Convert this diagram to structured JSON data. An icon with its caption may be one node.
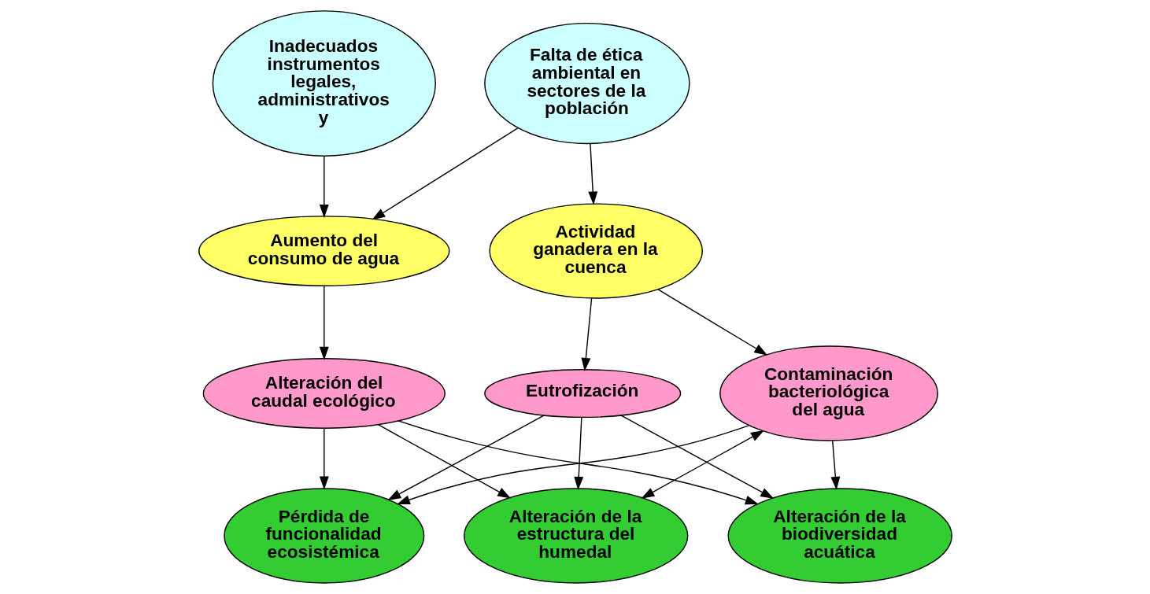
{
  "diagram": {
    "nodes": [
      {
        "text": [
          "Inadecuados instrumentos legales, administrativos y"
        ]
      },
      {
        "text": [
          "Falta de ética ambiental en sectores de la población"
        ]
      },
      {
        "text": [
          "Aumento del consumo de agua"
        ]
      },
      {
        "text": [
          "Actividad ganadera en la cuenca"
        ]
      },
      {
        "text": [
          "Alteración del caudal ecológico"
        ]
      },
      {
        "text": [
          "Contaminación bacteriológica del agua"
        ]
      },
      {
        "text": [
          "Eutrofización"
        ]
      },
      {
        "text": [
          "Pérdida de funcionalidad ecosistémica"
        ]
      },
      {
        "text": [
          "Alteración de la estructura del humedal"
        ]
      },
      {
        "text": [
          "Alteración de la biodiversidad acuática"
        ]
      }
    ],
    "edges": [
      {
        "from": 0,
        "to": 2,
        "arrow": "to"
      },
      {
        "from": 1,
        "to": 2,
        "arrow": "to"
      },
      {
        "from": 1,
        "to": 3,
        "arrow": "to"
      },
      {
        "from": 2,
        "to": 4,
        "arrow": "to"
      },
      {
        "from": 3,
        "to": 5,
        "arrow": "to"
      },
      {
        "from": 3,
        "to": 6,
        "arrow": "to"
      },
      {
        "from": 4,
        "to": 7,
        "arrow": "to"
      },
      {
        "from": 4,
        "to": 8,
        "arrow": "to"
      },
      {
        "from": 4,
        "to": 9,
        "arrow": "to"
      },
      {
        "from": 5,
        "to": 7,
        "arrow": "to"
      },
      {
        "from": 5,
        "to": 8,
        "arrow": "both"
      },
      {
        "from": 5,
        "to": 9,
        "arrow": "to"
      },
      {
        "from": 6,
        "to": 7,
        "arrow": "to"
      },
      {
        "from": 6,
        "to": 8,
        "arrow": "to"
      },
      {
        "from": 6,
        "to": 9,
        "arrow": "to"
      }
    ]
  }
}
